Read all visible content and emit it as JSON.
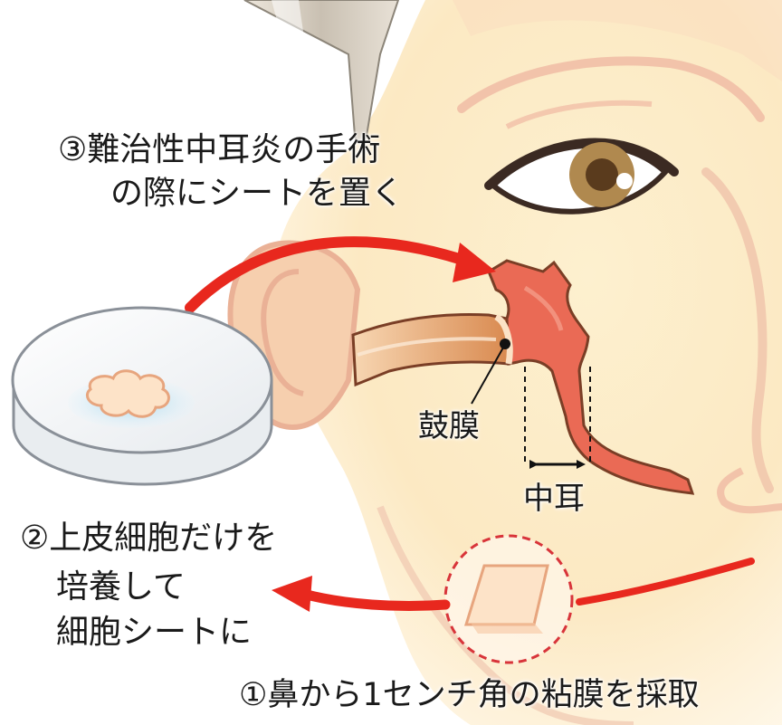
{
  "step3": {
    "line1": "③難治性中耳炎の手術",
    "line2": "の際にシートを置く"
  },
  "step2": {
    "line1": "②上皮細胞だけを",
    "line2": "培養して",
    "line3": "細胞シートに"
  },
  "step1": {
    "text": "①鼻から1センチ角の粘膜を採取"
  },
  "labels": {
    "eardrum": "鼓膜",
    "middle_ear": "中耳"
  },
  "colors": {
    "arrow": "#e8281e",
    "skin": "#fbe6c0",
    "skin_outline": "#eeb9a2",
    "middle_ear_fill": "#ea6a55",
    "dish": "#f4f6f8",
    "dish_culture": "#a9dcf0",
    "sheet": "#fde3c8"
  }
}
